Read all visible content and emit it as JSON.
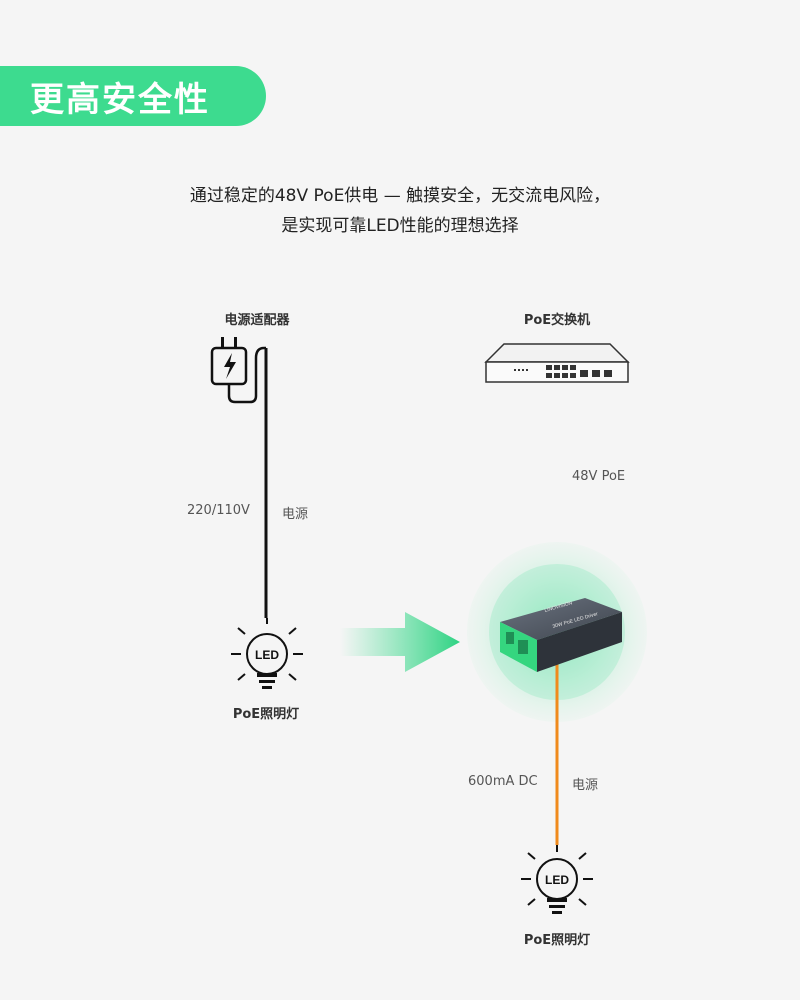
{
  "header": {
    "title": "更高安全性"
  },
  "description": {
    "line1": "通过稳定的48V PoE供电 — 触摸安全，无交流电风险，",
    "line2": "是实现可靠LED性能的理想选择"
  },
  "left_path": {
    "source_label": "电源适配器",
    "voltage_label": "220/110V",
    "power_label": "电源",
    "lamp_label": "PoE照明灯",
    "bulb_text": "LED",
    "line_color": "#111111"
  },
  "right_path": {
    "source_label": "PoE交换机",
    "poe_label": "48V PoE",
    "current_label": "600mA DC",
    "power_label": "电源",
    "lamp_label": "PoE照明灯",
    "bulb_text": "LED",
    "poe_line_color": "#3fd3b9",
    "dc_line_color": "#f08a1c"
  },
  "device": {
    "brand": "LINOVISION",
    "model": "30W PoE LED Driver",
    "accent_color": "#35d67f"
  },
  "colors": {
    "accent": "#3ddb8f",
    "background": "#f5f5f5"
  }
}
